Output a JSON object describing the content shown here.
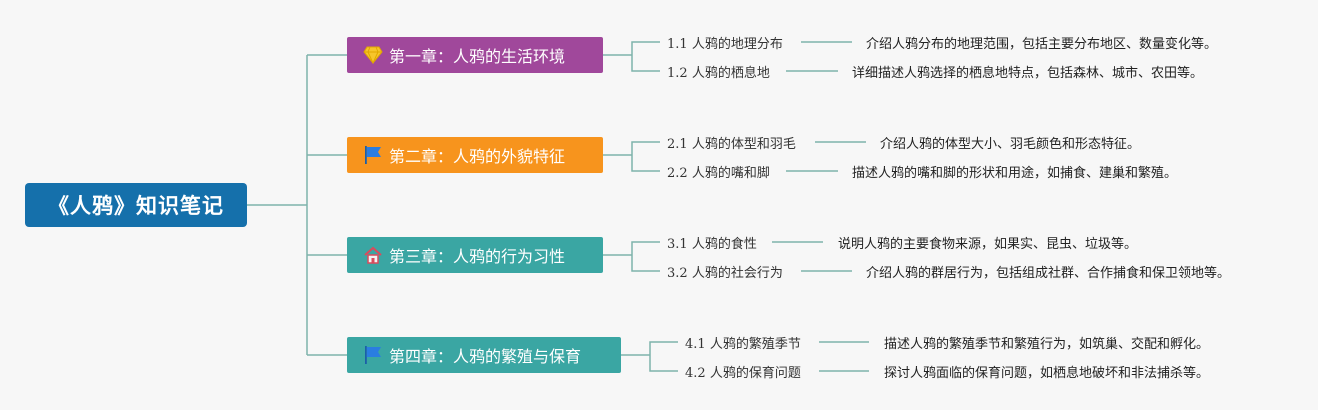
{
  "root": {
    "title": "《人鸦》知识笔记"
  },
  "chapters": [
    {
      "title": "第一章：人鸦的生活环境",
      "icon": "diamond-icon",
      "color": "#a0489b",
      "sections": [
        {
          "num": "1.1",
          "label": "人鸦的地理分布",
          "desc": "介绍人鸦分布的地理范围，包括主要分布地区、数量变化等。"
        },
        {
          "num": "1.2",
          "label": "人鸦的栖息地",
          "desc": "详细描述人鸦选择的栖息地特点，包括森林、城市、农田等。"
        }
      ]
    },
    {
      "title": "第二章：人鸦的外貌特征",
      "icon": "flag-icon",
      "color": "#f7941d",
      "sections": [
        {
          "num": "2.1",
          "label": "人鸦的体型和羽毛",
          "desc": "介绍人鸦的体型大小、羽毛颜色和形态特征。"
        },
        {
          "num": "2.2",
          "label": "人鸦的嘴和脚",
          "desc": "描述人鸦的嘴和脚的形状和用途，如捕食、建巢和繁殖。"
        }
      ]
    },
    {
      "title": "第三章：人鸦的行为习性",
      "icon": "house-icon",
      "color": "#3aa6a3",
      "sections": [
        {
          "num": "3.1",
          "label": "人鸦的食性",
          "desc": "说明人鸦的主要食物来源，如果实、昆虫、垃圾等。"
        },
        {
          "num": "3.2",
          "label": "人鸦的社会行为",
          "desc": "介绍人鸦的群居行为，包括组成社群、合作捕食和保卫领地等。"
        }
      ]
    },
    {
      "title": "第四章：人鸦的繁殖与保育",
      "icon": "flag-icon",
      "color": "#3aa6a3",
      "sections": [
        {
          "num": "4.1",
          "label": "人鸦的繁殖季节",
          "desc": "描述人鸦的繁殖季节和繁殖行为，如筑巢、交配和孵化。"
        },
        {
          "num": "4.2",
          "label": "人鸦的保育问题",
          "desc": "探讨人鸦面临的保育问题，如栖息地破坏和非法捕杀等。"
        }
      ]
    }
  ]
}
